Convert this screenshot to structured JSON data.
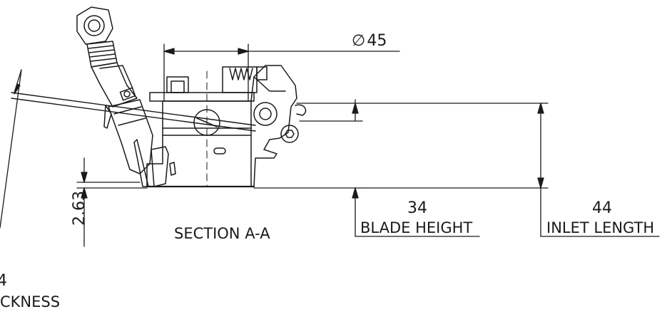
{
  "dimensions": {
    "diameter_symbol": "∅",
    "diameter_value": "45",
    "blade_height_value": "34",
    "blade_height_label": "BLADE HEIGHT",
    "inlet_length_value": "44",
    "inlet_length_label": "INLET LENGTH",
    "gap_value": "2.63",
    "thickness_value": "4",
    "thickness_label": "CKNESS"
  },
  "section_label": "SECTION A-A"
}
